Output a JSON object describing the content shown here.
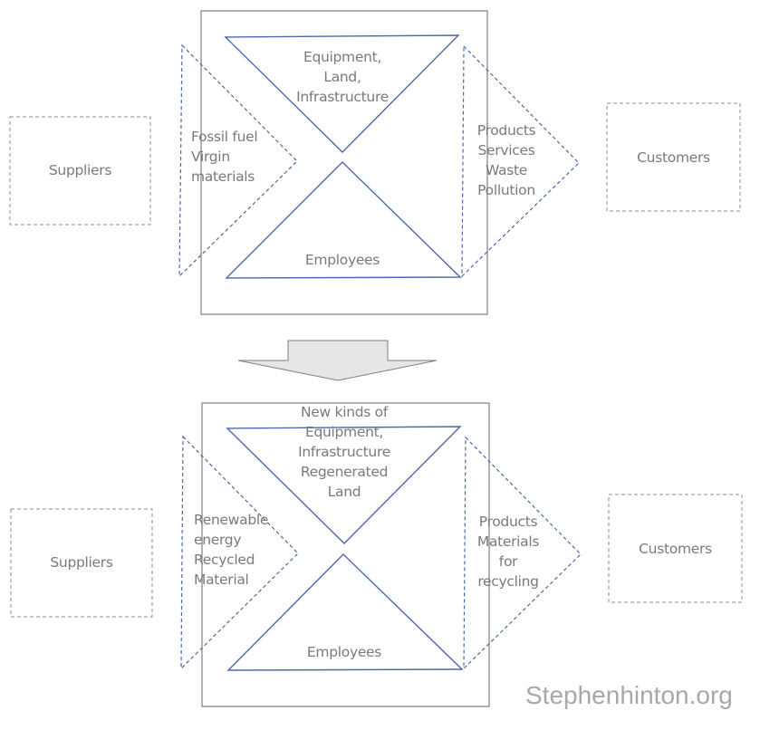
{
  "diagram": {
    "title": "Business model transition: linear to circular",
    "colors": {
      "org_box": "#7f7f7f",
      "triangle": "#4a6aab",
      "flow_dashed": "#4a6aab",
      "party_dashed": "#8c8c8c",
      "text": "#7a7a7a",
      "transition_arrow_fill": "#e6e6e6",
      "watermark": "#a8a8a8"
    },
    "before": {
      "suppliers": "Suppliers",
      "inputs": "Fossil fuel\nVirgin\nmaterials",
      "assets": "Equipment,\nLand,\nInfrastructure",
      "employees": "Employees",
      "outputs": "Products\nServices\nWaste\nPollution",
      "customers": "Customers"
    },
    "after": {
      "suppliers": "Suppliers",
      "inputs": "Renewable\nenergy\nRecycled\nMaterial",
      "assets": "New kinds of\nEquipment,\nInfrastructure\nRegenerated\nLand",
      "employees": "Employees",
      "outputs": "Products\nMaterials\nfor\nrecycling",
      "customers": "Customers"
    },
    "watermark": "Stephenhinton.org"
  }
}
